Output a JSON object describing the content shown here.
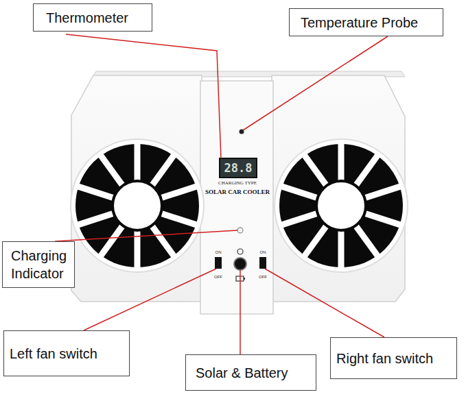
{
  "diagram": {
    "nodes": [
      {
        "text": [
          "Thermometer"
        ]
      },
      {
        "text": [
          "Temperature Probe"
        ]
      },
      {
        "text": [
          "Charging Indicator"
        ]
      },
      {
        "text": [
          "Left fan switch"
        ]
      },
      {
        "text": [
          "Solar & Battery"
        ]
      },
      {
        "text": [
          "Right fan switch"
        ]
      }
    ],
    "labels": [
      "28.8",
      "CHARGING TYPE",
      "SOLAR CAR COOLER",
      "ON",
      "OFF",
      "ON",
      "OFF"
    ]
  }
}
